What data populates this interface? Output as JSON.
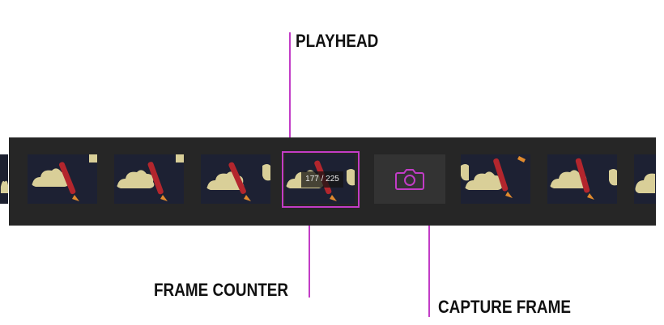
{
  "callouts": {
    "playhead": "PLAYHEAD",
    "frame_counter": "FRAME COUNTER",
    "capture_frame": "CAPTURE FRAME"
  },
  "timeline": {
    "counter": "177 / 225",
    "capture_icon": "camera-icon"
  },
  "colors": {
    "accent": "#c23cc6",
    "strip": "#262626",
    "capture_bg": "#333333"
  }
}
